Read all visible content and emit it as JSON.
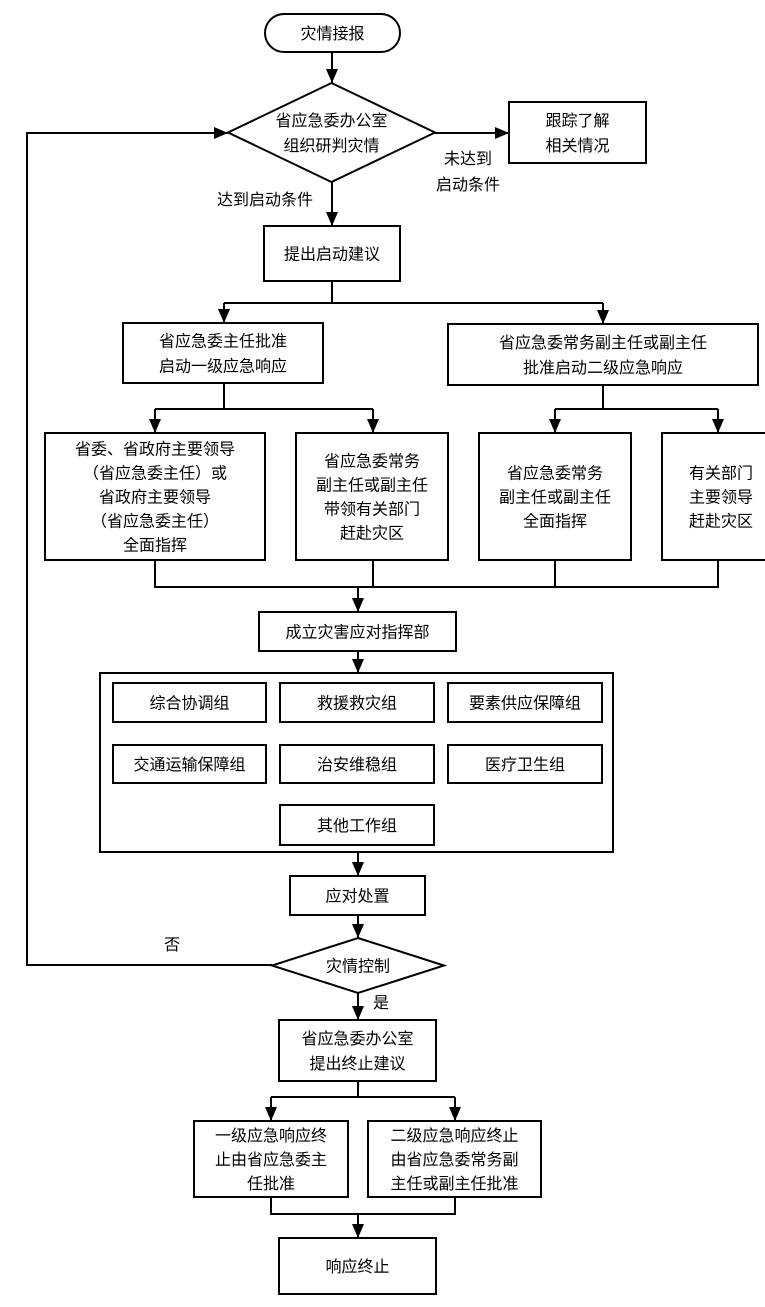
{
  "diagram": {
    "nodes": {
      "start": {
        "shape": "terminal",
        "lines": [
          "灾情接报"
        ]
      },
      "assess": {
        "shape": "decision",
        "lines": [
          "省应急委办公室",
          "组织研判灾情"
        ]
      },
      "track": {
        "shape": "process",
        "lines": [
          "跟踪了解",
          "相关情况"
        ]
      },
      "propose": {
        "shape": "process",
        "lines": [
          "提出启动建议"
        ]
      },
      "level1": {
        "shape": "process",
        "lines": [
          "省应急委主任批准",
          "启动一级应急响应"
        ]
      },
      "level2": {
        "shape": "process",
        "lines": [
          "省应急委常务副主任或副主任",
          "批准启动二级应急响应"
        ]
      },
      "l1_command": {
        "shape": "process",
        "lines": [
          "省委、省政府主要领导",
          "（省应急委主任）或",
          "省政府主要领导",
          "（省应急委主任）",
          "全面指挥"
        ]
      },
      "l1_lead": {
        "shape": "process",
        "lines": [
          "省应急委常务",
          "副主任或副主任",
          "带领有关部门",
          "赶赴灾区"
        ]
      },
      "l2_command": {
        "shape": "process",
        "lines": [
          "省应急委常务",
          "副主任或副主任",
          "全面指挥"
        ]
      },
      "l2_depts": {
        "shape": "process",
        "lines": [
          "有关部门",
          "主要领导",
          "赶赴灾区"
        ]
      },
      "hq": {
        "shape": "process",
        "lines": [
          "成立灾害应对指挥部"
        ]
      },
      "g1": {
        "shape": "process",
        "lines": [
          "综合协调组"
        ]
      },
      "g2": {
        "shape": "process",
        "lines": [
          "救援救灾组"
        ]
      },
      "g3": {
        "shape": "process",
        "lines": [
          "要素供应保障组"
        ]
      },
      "g4": {
        "shape": "process",
        "lines": [
          "交通运输保障组"
        ]
      },
      "g5": {
        "shape": "process",
        "lines": [
          "治安维稳组"
        ]
      },
      "g6": {
        "shape": "process",
        "lines": [
          "医疗卫生组"
        ]
      },
      "g7": {
        "shape": "process",
        "lines": [
          "其他工作组"
        ]
      },
      "handle": {
        "shape": "process",
        "lines": [
          "应对处置"
        ]
      },
      "control": {
        "shape": "decision",
        "lines": [
          "灾情控制"
        ]
      },
      "terminate_propose": {
        "shape": "process",
        "lines": [
          "省应急委办公室",
          "提出终止建议"
        ]
      },
      "t1": {
        "shape": "process",
        "lines": [
          "一级应急响应终",
          "止由省应急委主",
          "任批准"
        ]
      },
      "t2": {
        "shape": "process",
        "lines": [
          "二级应急响应终止",
          "由省应急委常务副",
          "主任或副主任批准"
        ]
      },
      "end": {
        "shape": "process",
        "lines": [
          "响应终止"
        ]
      }
    },
    "edge_labels": {
      "not_met": [
        "未达到",
        "启动条件"
      ],
      "met": [
        "达到启动条件"
      ],
      "no": [
        "否"
      ],
      "yes": [
        "是"
      ]
    }
  }
}
